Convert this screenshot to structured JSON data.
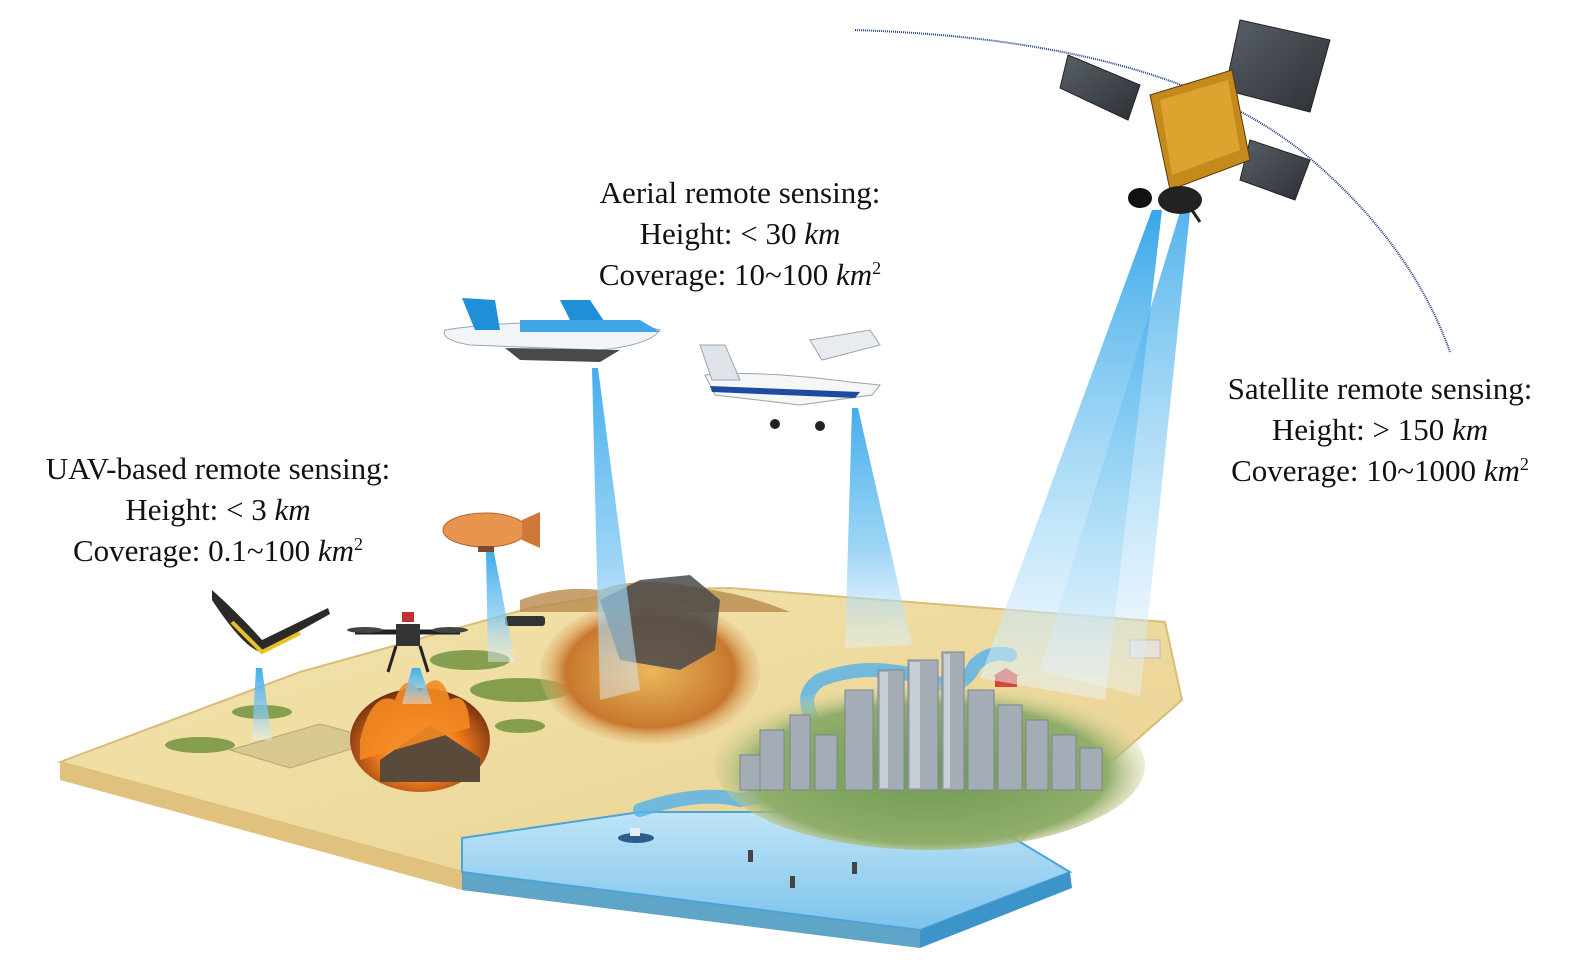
{
  "labels": {
    "aerial": {
      "title": "Aerial  remote sensing:",
      "height_text": "Height: < 30 ",
      "height_unit": "km",
      "coverage_text": "Coverage: 10~100 ",
      "coverage_unit": "km",
      "coverage_exp": "2"
    },
    "uav": {
      "title": "UAV-based  remote sensing:",
      "height_text": "Height: < 3 ",
      "height_unit": "km",
      "coverage_text": "Coverage: 0.1~100 ",
      "coverage_unit": "km",
      "coverage_exp": "2"
    },
    "satellite": {
      "title": "Satellite remote sensing:",
      "height_text": "Height: > 150 ",
      "height_unit": "km",
      "coverage_text": "Coverage: 10~1000 ",
      "coverage_unit": "km",
      "coverage_exp": "2"
    }
  },
  "colors": {
    "terrain": "#f1dfa4",
    "terrain_edge": "#e0c27e",
    "water": "#8ecdef",
    "water_edge": "#4aa4d8",
    "beam": "#4fb4ec",
    "orbit": "#1f3d8a",
    "fire": "#e8581a",
    "forest": "#d99a3a",
    "city": "#9aa3ad",
    "vegetation": "#6b8f3a"
  },
  "icons": [
    "satellite-icon",
    "airliner-icon",
    "survey-plane-icon",
    "airship-icon",
    "fixed-wing-drone-icon",
    "quadcopter-icon",
    "boat-icon",
    "house-fire-icon"
  ]
}
